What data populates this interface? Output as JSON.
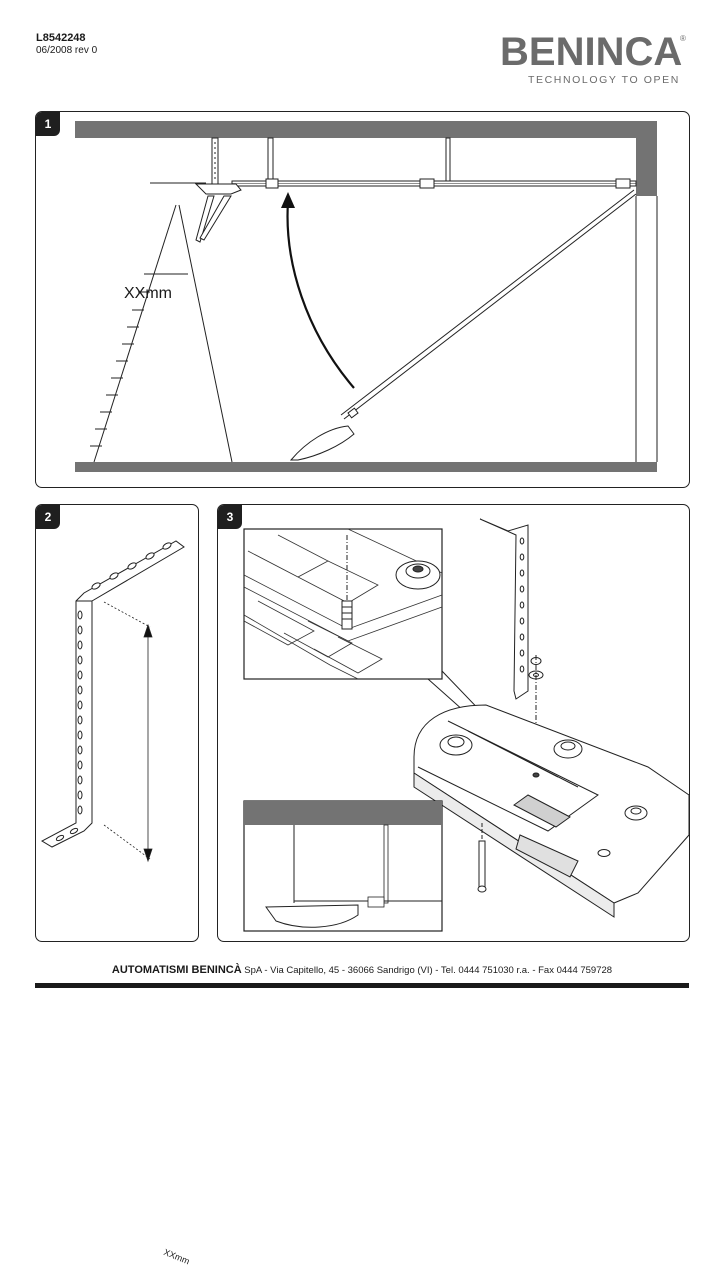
{
  "header": {
    "doc_code": "L8542248",
    "revision": "06/2008 rev 0"
  },
  "logo": {
    "brand": "BENINCA",
    "registered": "®",
    "tagline": "TECHNOLOGY TO OPEN"
  },
  "panels": [
    {
      "number": "1",
      "measure_label": "XXmm"
    },
    {
      "number": "2",
      "measure_label": "XXmm"
    },
    {
      "number": "3"
    }
  ],
  "footer": {
    "company": "AUTOMATISMI BENINCÀ",
    "details": " SpA - Via Capitello, 45 - 36066 Sandrigo (VI) - Tel. 0444 751030 r.a. - Fax 0444 759728"
  },
  "colors": {
    "dark_band": "#737373",
    "outline": "#222222",
    "logo_grey": "#6b6b6b"
  }
}
